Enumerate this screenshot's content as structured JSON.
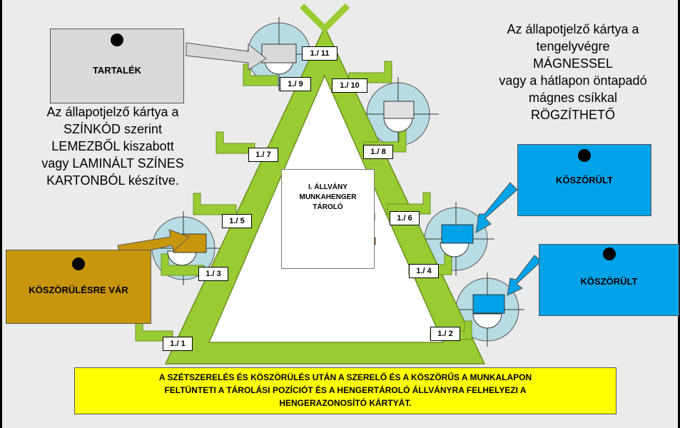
{
  "position_labels": {
    "p1": "1./ 1",
    "p2": "1./ 2",
    "p3": "1./ 3",
    "p4": "1./ 4",
    "p5": "1./ 5",
    "p6": "1./ 6",
    "p7": "1./ 7",
    "p8": "1./ 8",
    "p9": "1./ 9",
    "p10": "1./ 10",
    "p11": "1./ 11"
  },
  "cards": {
    "reserve": "TARTALÉK",
    "ground_1": "KÖSZÖRÜLT",
    "ground_2": "KÖSZÖRÜLT",
    "waiting": "KÖSZÖRÜLÉSRE VÁR"
  },
  "left_note": [
    "Az állapotjelző kártya a",
    "SZÍNKÓD szerint",
    "LEMEZBŐL kiszabott",
    "vagy LAMINÁLT SZÍNES",
    "KARTONBÓL készítve."
  ],
  "right_note": [
    "Az állapotjelző kártya a",
    "tengelyvégre",
    "MÁGNESSEL",
    "vagy a hátlapon öntapadó",
    "mágnes csíkkal",
    "RÖGZÍTHETŐ"
  ],
  "rack_title": [
    "I. ÁLLVÁNY",
    "MUNKAHENGER",
    "TÁROLÓ"
  ],
  "footer_note": [
    "A SZÉTSZERELÉS ÉS KÖSZÖRÜLÉS UTÁN A SZERELŐ ÉS A KÖSZÖRŰS A MUNKALAPON",
    "FELTÜNTETI A TÁROLÁSI POZÍCIÓT ÉS A HENGERTÁROLÓ ÁLLVÁNYRA FELHELYEZI A",
    "HENGERAZONOSÍTÓ KÁRTYÁT."
  ],
  "colors": {
    "background": "#ebebeb",
    "rack_green": "#99cc33",
    "roll_circle": "#b8dce4",
    "reserve_gray": "#d9d9d9",
    "ground_blue": "#00a2e8",
    "waiting_gold": "#c8960c",
    "footer_yellow": "#ffff00"
  }
}
